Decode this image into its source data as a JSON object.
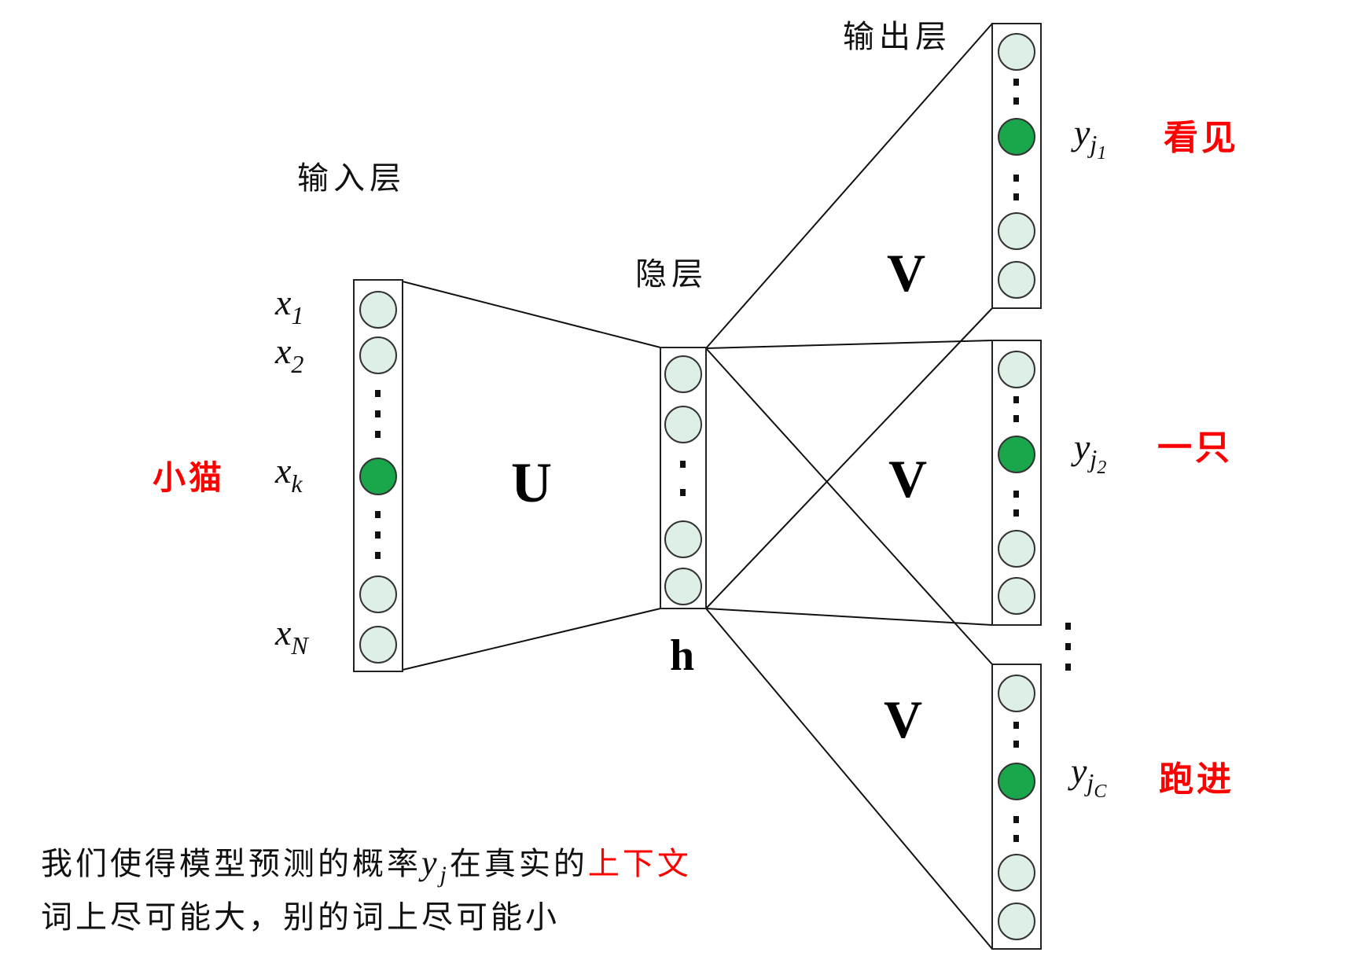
{
  "layers": {
    "input_label": "输入层",
    "hidden_label": "隐层",
    "output_label": "输出层"
  },
  "input": {
    "word": "小猫",
    "labels": [
      {
        "var": "x",
        "sub": "1"
      },
      {
        "var": "x",
        "sub": "2"
      },
      {
        "var": "x",
        "sub": "k"
      },
      {
        "var": "x",
        "sub": "N"
      }
    ]
  },
  "hidden": {
    "label": "h"
  },
  "weights": {
    "input_to_hidden": "U",
    "hidden_to_output": "V"
  },
  "outputs": [
    {
      "var": "y",
      "sub": "j",
      "subsub": "1",
      "word": "看见"
    },
    {
      "var": "y",
      "sub": "j",
      "subsub": "2",
      "word": "一只"
    },
    {
      "var": "y",
      "sub": "j",
      "subsub": "C",
      "word": "跑进"
    }
  ],
  "caption": {
    "part1": "我们使得模型预测的概率",
    "var": "y",
    "sub": "j",
    "part2": "在真实的",
    "highlight": "上下文",
    "line2": "词上尽可能大，别的词上尽可能小"
  },
  "colors": {
    "active_node": "#1aa64a",
    "inactive_node": "#def0e6",
    "highlight_text": "#ff0000"
  }
}
